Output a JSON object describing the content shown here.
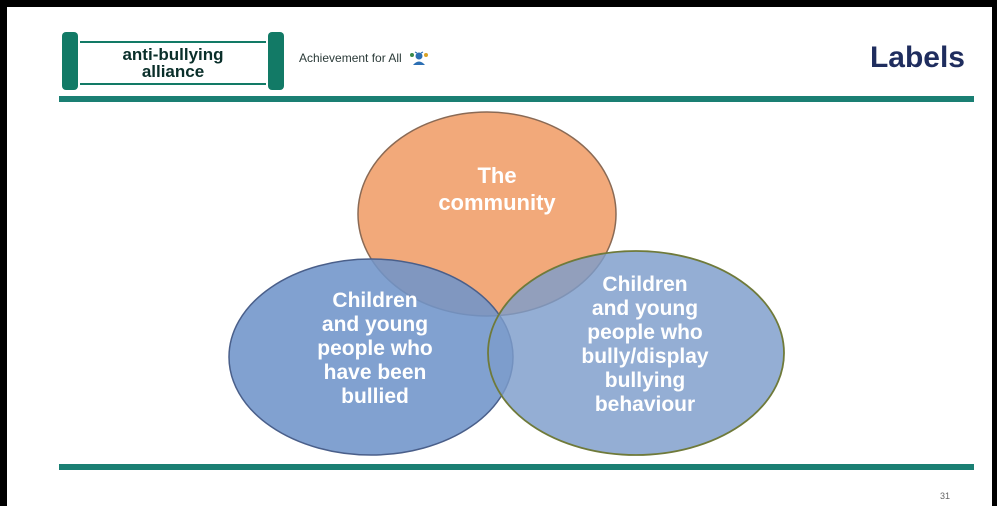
{
  "header": {
    "logo_line1": "anti-bullying",
    "logo_line2": "alliance",
    "tagline": "Achievement for All",
    "title": "Labels"
  },
  "icons": {
    "tagline_icon": "people-icon"
  },
  "colors": {
    "teal_rule": "#1a7f73",
    "logo_green": "#127a66",
    "title_navy": "#1f2d5e",
    "circle_top": "#f2a97a",
    "circle_left": "#6f94c9",
    "circle_right": "#7d9ccb"
  },
  "venn": {
    "top": [
      "The",
      "community"
    ],
    "left": [
      "Children",
      "and young",
      "people who",
      "have been",
      "bullied"
    ],
    "right": [
      "Children",
      "and young",
      "people who",
      "bully/display",
      "bullying",
      "behaviour"
    ]
  },
  "footer": {
    "page_number": "31"
  }
}
